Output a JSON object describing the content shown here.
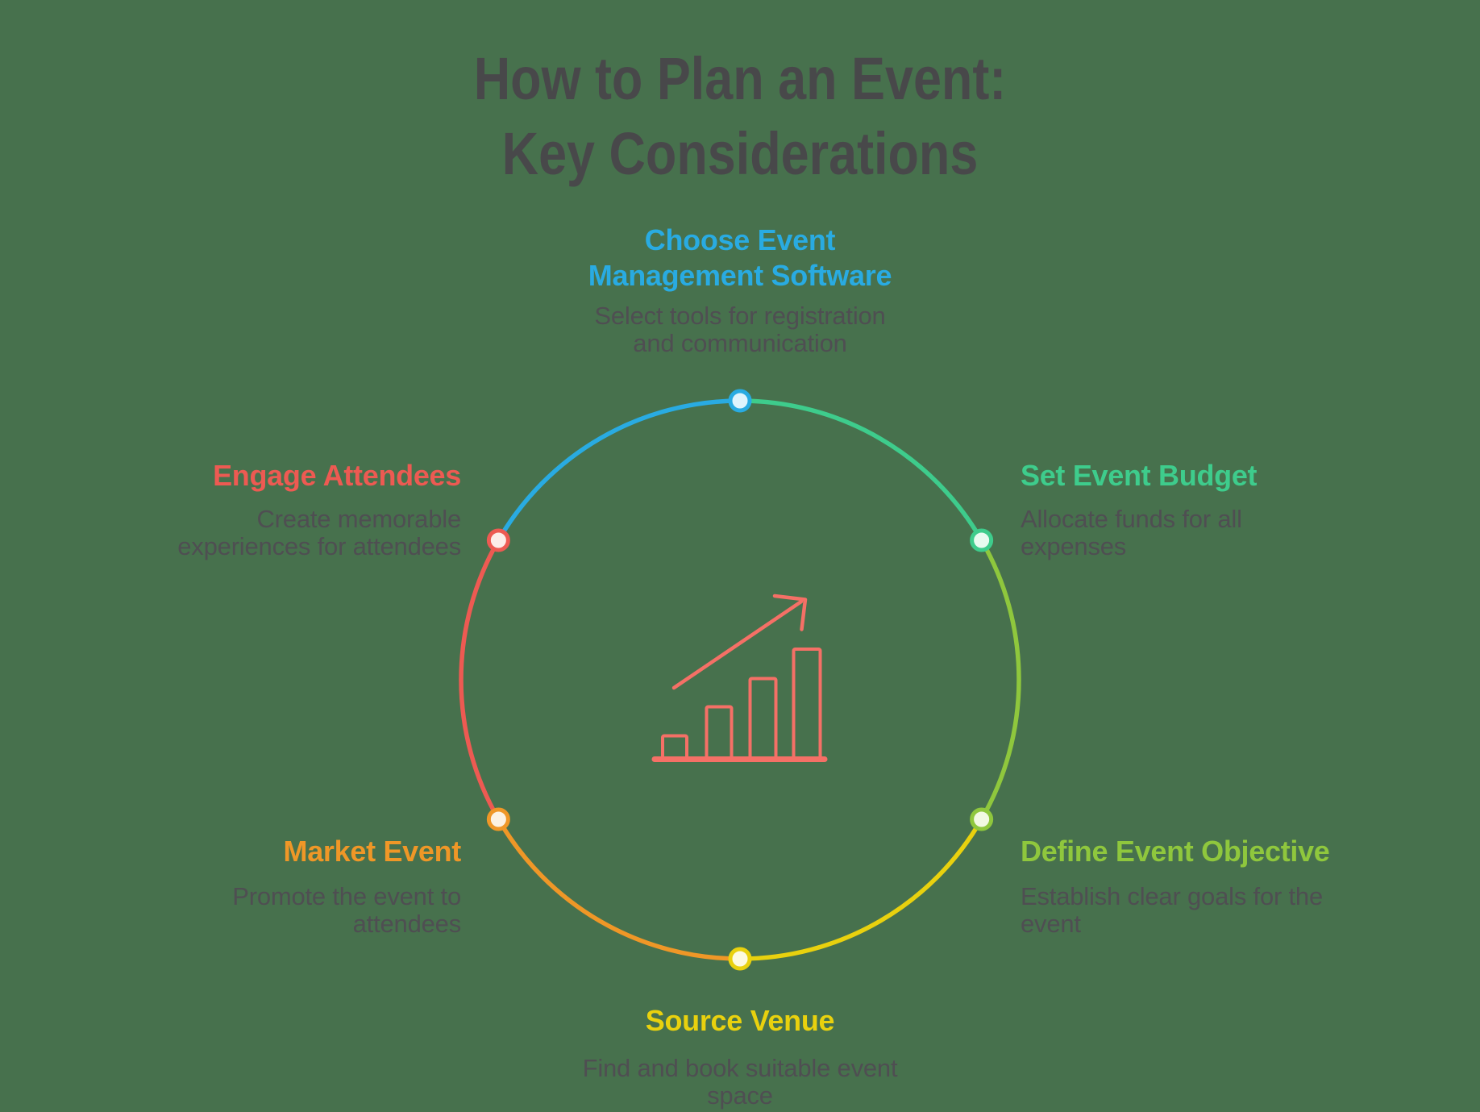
{
  "background_color": "#47714d",
  "text_color": "#4f4e52",
  "title": {
    "text": "How to Plan an Event:\nKey Considerations",
    "color": "#48484a"
  },
  "center_icon": {
    "name": "rising-bar-chart-with-arrow",
    "color": "#f57066"
  },
  "steps": [
    {
      "position": "top",
      "label": "Choose Event\nManagement Software",
      "description": "Select tools for registration\nand communication",
      "color": "#29abe2",
      "node_fill": "#dff4fd"
    },
    {
      "position": "upper-right",
      "label": "Set Event Budget",
      "description": "Allocate funds for all\nexpenses",
      "color": "#3ecc8c",
      "node_fill": "#e8fbf0"
    },
    {
      "position": "lower-right",
      "label": "Define Event Objective",
      "description": "Establish clear goals for the\nevent",
      "color": "#8fc73d",
      "node_fill": "#f2f9e2"
    },
    {
      "position": "bottom",
      "label": "Source Venue",
      "description": "Find and book suitable event\nspace",
      "color": "#e9d10e",
      "node_fill": "#fdfae0"
    },
    {
      "position": "lower-left",
      "label": "Market Event",
      "description": "Promote the event to\nattendees",
      "color": "#ef9727",
      "node_fill": "#fcf2e3"
    },
    {
      "position": "upper-left",
      "label": "Engage Attendees",
      "description": "Create memorable\nexperiences for attendees",
      "color": "#ed5a52",
      "node_fill": "#fcede9"
    }
  ]
}
